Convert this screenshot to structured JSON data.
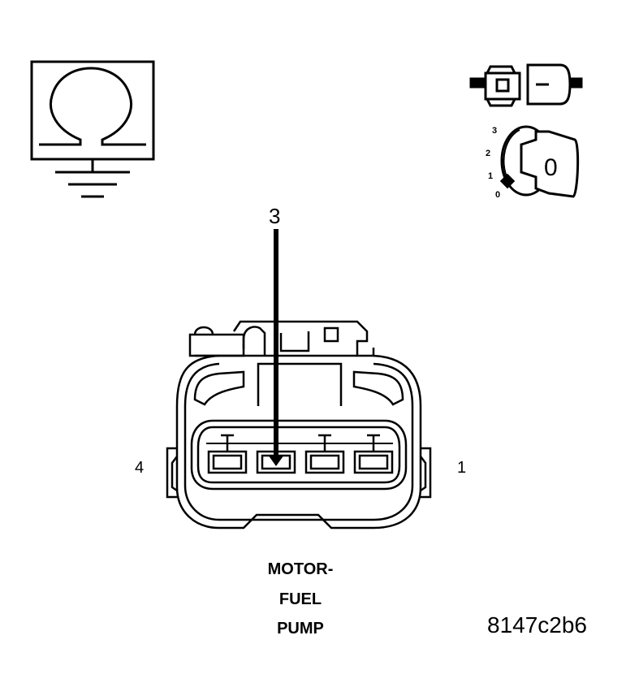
{
  "meter_symbol": {
    "icon": "ohm-meter-icon",
    "symbol": "Ω"
  },
  "ignition": {
    "icon": "ignition-key-icon",
    "positions": [
      "3",
      "2",
      "1",
      "0"
    ],
    "key_label": "0"
  },
  "connector": {
    "pin_count": 4,
    "probe_pin": "3",
    "left_pin": "4",
    "right_pin": "1"
  },
  "caption": {
    "line1": "MOTOR-",
    "line2": "FUEL",
    "line3": "PUMP"
  },
  "reference_code": "8147c2b6",
  "colors": {
    "ink": "#000000",
    "background": "#ffffff"
  }
}
